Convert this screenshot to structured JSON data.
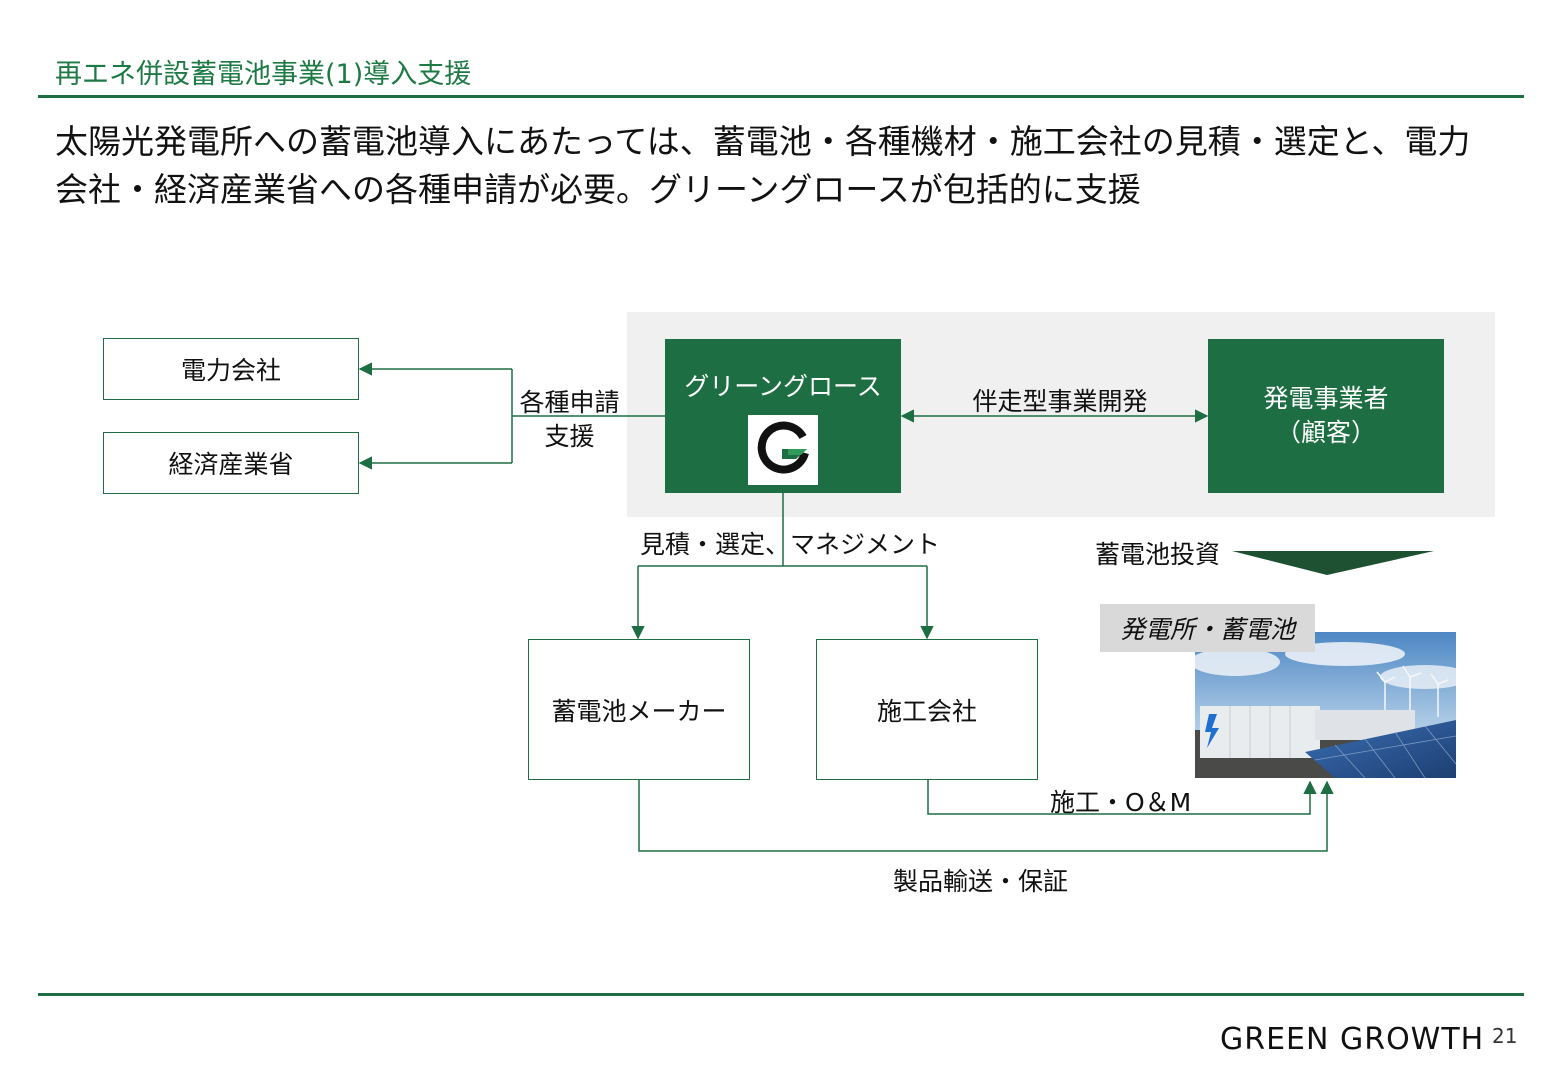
{
  "header": {
    "title": "再エネ併設蓄電池事業(1)導入支援"
  },
  "lead": {
    "line1": "太陽光発電所への蓄電池導入にあたっては、蓄電池・各種機材・施工会社の見積・選定と、電力",
    "line2": "会社・経済産業省への各種申請が必要。グリーングロースが包括的に支援"
  },
  "diagram": {
    "power_company": "電力会社",
    "meti": "経済産業省",
    "application_label_1": "各種申請",
    "application_label_2": "支援",
    "green_growth": "グリーングロース",
    "partnership_label": "伴走型事業開発",
    "customer_line1": "発電事業者",
    "customer_line2": "（顧客）",
    "estimate_label": "見積・選定、マネジメント",
    "investment_label": "蓄電池投資",
    "battery_maker": "蓄電池メーカー",
    "construction_company": "施工会社",
    "plant_label": "発電所・蓄電池",
    "om_label": "施工・O＆M",
    "transport_label": "製品輸送・保証"
  },
  "colors": {
    "brand_green": "#1e6e43",
    "title_green": "#1e7a45"
  },
  "footer": {
    "brand": "GREEN GROWTH",
    "page": "21"
  }
}
